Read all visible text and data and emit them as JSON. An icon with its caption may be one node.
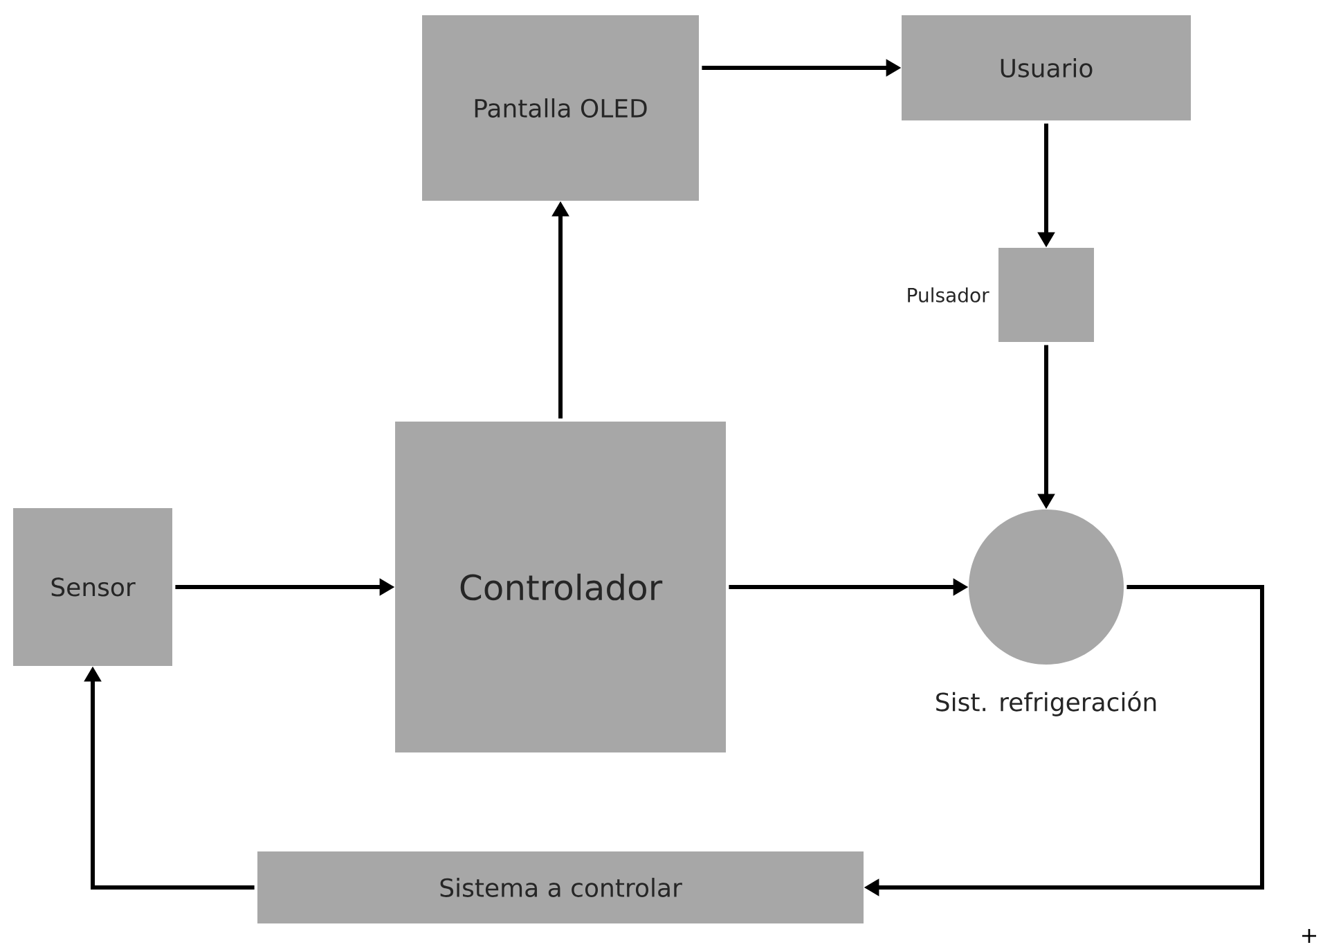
{
  "diagram": {
    "nodes": [
      {
        "text": [
          "Pantalla OLED"
        ]
      },
      {
        "text": [
          "Usuario"
        ]
      },
      {
        "text": [],
        "shape": "box",
        "beside": [
          "Pulsador"
        ]
      },
      {
        "text": [
          "Sensor"
        ]
      },
      {
        "text": [
          "Controlador"
        ]
      },
      {
        "text": [],
        "shape": "circle",
        "beside": [
          "Sist. refrigeración"
        ]
      },
      {
        "text": [
          "Sistema a controlar"
        ]
      }
    ],
    "edges": [
      {
        "from": 0,
        "to": 1,
        "arrow": "to"
      },
      {
        "from": 1,
        "to": 2,
        "arrow": "to"
      },
      {
        "from": 2,
        "to": 5,
        "arrow": "to"
      },
      {
        "from": 4,
        "to": 0,
        "arrow": "to"
      },
      {
        "from": 3,
        "to": 4,
        "arrow": "to"
      },
      {
        "from": 4,
        "to": 5,
        "arrow": "to"
      },
      {
        "from": 5,
        "to": 6,
        "arrow": "to"
      },
      {
        "from": 6,
        "to": 3,
        "arrow": "to"
      }
    ],
    "labels": [
      "+"
    ]
  }
}
